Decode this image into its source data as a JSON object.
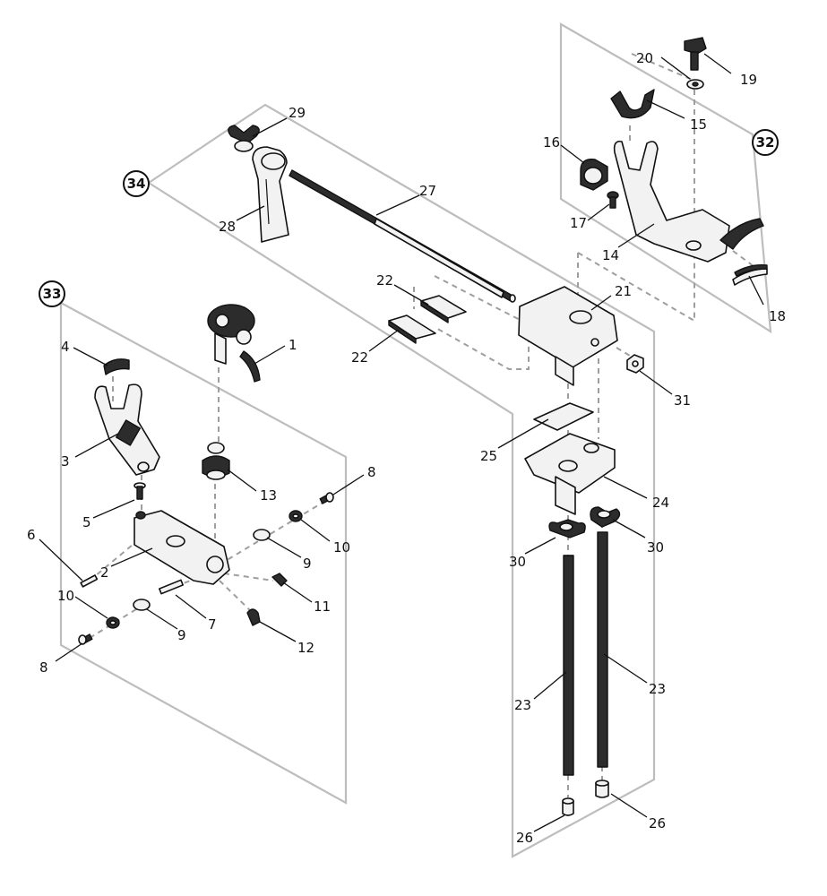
{
  "labels": {
    "p1": "1",
    "p2": "2",
    "p3": "3",
    "p4": "4",
    "p5": "5",
    "p6": "6",
    "p7": "7",
    "p8a": "8",
    "p8b": "8",
    "p9a": "9",
    "p9b": "9",
    "p10a": "10",
    "p10b": "10",
    "p11": "11",
    "p12": "12",
    "p13": "13",
    "p14": "14",
    "p15": "15",
    "p16": "16",
    "p17": "17",
    "p18": "18",
    "p19": "19",
    "p20": "20",
    "p21": "21",
    "p22a": "22",
    "p22b": "22",
    "p23a": "23",
    "p23b": "23",
    "p24": "24",
    "p25": "25",
    "p26a": "26",
    "p26b": "26",
    "p27": "27",
    "p28": "28",
    "p29": "29",
    "p30a": "30",
    "p30b": "30",
    "p31": "31"
  },
  "callouts": {
    "c32": "32",
    "c33": "33",
    "c34": "34"
  }
}
